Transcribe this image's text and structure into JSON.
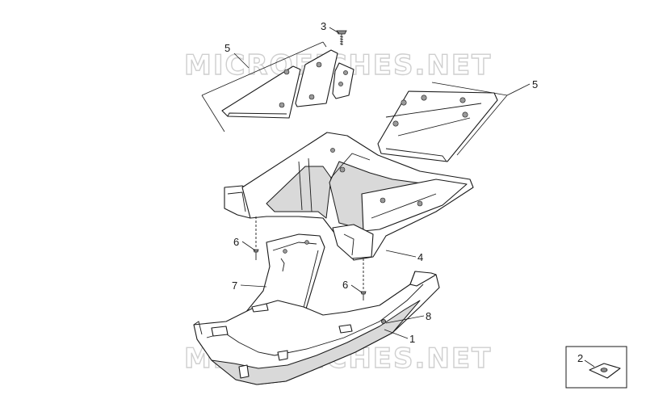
{
  "diagram": {
    "watermark_text": "MICROFICHES.NET",
    "callouts": [
      "1",
      "2",
      "3",
      "4",
      "5",
      "5",
      "6",
      "6",
      "7",
      "8"
    ],
    "inset_label": "2"
  }
}
